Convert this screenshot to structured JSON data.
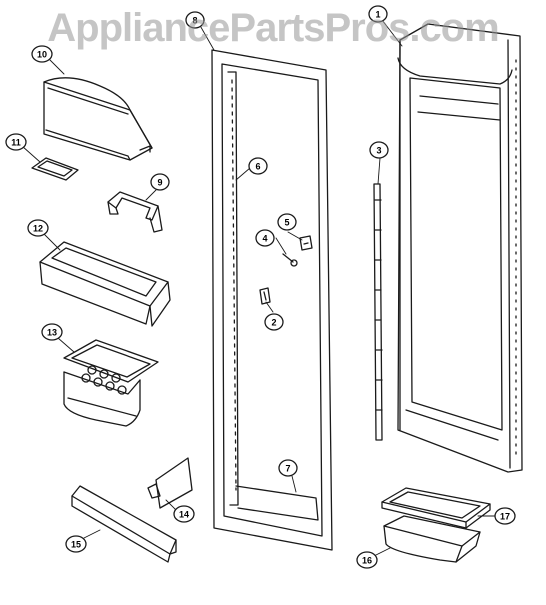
{
  "watermark": "AppliancePartsPros.com",
  "callouts": [
    "1",
    "2",
    "3",
    "4",
    "5",
    "6",
    "7",
    "8",
    "9",
    "10",
    "11",
    "12",
    "13",
    "14",
    "15",
    "16",
    "17"
  ],
  "colors": {
    "line": "#1a1a1a",
    "paper": "#ffffff",
    "watermark": "#969696"
  }
}
